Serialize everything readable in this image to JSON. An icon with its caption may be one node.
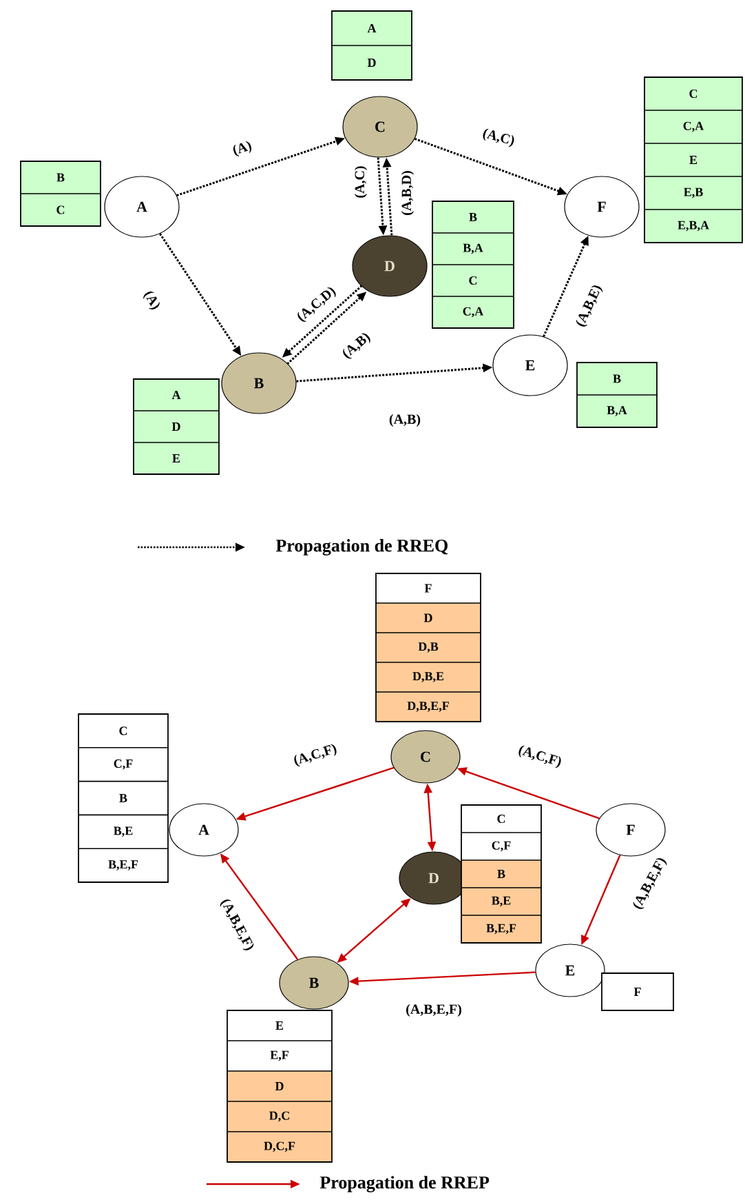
{
  "diagram": {
    "nodes": [
      {
        "text": [
          "A"
        ]
      },
      {
        "text": [
          "B"
        ]
      },
      {
        "text": [
          "C"
        ]
      },
      {
        "text": [
          "D"
        ]
      },
      {
        "text": [
          "E"
        ]
      },
      {
        "text": [
          "F"
        ]
      },
      {
        "text": [
          "B",
          "C"
        ]
      },
      {
        "text": [
          "A",
          "D",
          "E"
        ]
      },
      {
        "text": [
          "A",
          "D"
        ]
      },
      {
        "text": [
          "B",
          "B,A",
          "C",
          "C,A"
        ]
      },
      {
        "text": [
          "B",
          "B,A"
        ]
      },
      {
        "text": [
          "C",
          "C,A",
          "E",
          "E,B",
          "E,B,A"
        ]
      },
      {
        "text": [
          "A"
        ]
      },
      {
        "text": [
          "B"
        ]
      },
      {
        "text": [
          "C"
        ]
      },
      {
        "text": [
          "D"
        ]
      },
      {
        "text": [
          "E"
        ]
      },
      {
        "text": [
          "F"
        ]
      },
      {
        "text": [
          "C",
          "C,F",
          "B",
          "B,E",
          "B,E,F"
        ]
      },
      {
        "text": [
          "E",
          "E,F",
          "D",
          "D,C",
          "D,C,F"
        ]
      },
      {
        "text": [
          "F",
          "D",
          "D,B",
          "D,B,E",
          "D,B,E,F"
        ]
      },
      {
        "text": [
          "C",
          "C,F",
          "B",
          "B,E",
          "B,E,F"
        ]
      },
      {
        "text": [
          "F"
        ]
      }
    ],
    "edges": [
      {
        "from": 0,
        "to": 2,
        "arrow": "to",
        "label": "(A)",
        "style": "dashed"
      },
      {
        "from": 0,
        "to": 1,
        "arrow": "to",
        "label": "(A)",
        "style": "dashed"
      },
      {
        "from": 2,
        "to": 5,
        "arrow": "to",
        "label": "(A,C)",
        "style": "dashed"
      },
      {
        "from": 2,
        "to": 3,
        "arrow": "to",
        "label": "(A,C)",
        "style": "dashed"
      },
      {
        "from": 3,
        "to": 2,
        "arrow": "to",
        "label": "(A,B,D)",
        "style": "dashed"
      },
      {
        "from": 3,
        "to": 1,
        "arrow": "to",
        "label": "(A,C,D)",
        "style": "dashed"
      },
      {
        "from": 1,
        "to": 3,
        "arrow": "to",
        "label": "(A,B)",
        "style": "dashed"
      },
      {
        "from": 1,
        "to": 4,
        "arrow": "to",
        "label": "(A,B)",
        "style": "dashed"
      },
      {
        "from": 4,
        "to": 5,
        "arrow": "to",
        "label": "(A,B,E)",
        "style": "dashed"
      },
      {
        "from": 14,
        "to": 12,
        "arrow": "to",
        "label": "(A,C,F)",
        "color": "#cc0000"
      },
      {
        "from": 17,
        "to": 14,
        "arrow": "to",
        "label": "(A,C,F)",
        "color": "#cc0000"
      },
      {
        "from": 14,
        "to": 15,
        "arrow": "both",
        "color": "#cc0000"
      },
      {
        "from": 17,
        "to": 16,
        "arrow": "to",
        "label": "(A,B,E,F)",
        "color": "#cc0000"
      },
      {
        "from": 16,
        "to": 13,
        "arrow": "to",
        "label": "(A,B,E,F)",
        "color": "#cc0000"
      },
      {
        "from": 13,
        "to": 12,
        "arrow": "to",
        "label": "(A,B,E,F)",
        "color": "#cc0000"
      },
      {
        "from": 13,
        "to": 15,
        "arrow": "both",
        "color": "#cc0000"
      }
    ],
    "legend": [
      {
        "text": "Propagation de RREQ"
      },
      {
        "text": "Propagation de RREP"
      }
    ]
  }
}
